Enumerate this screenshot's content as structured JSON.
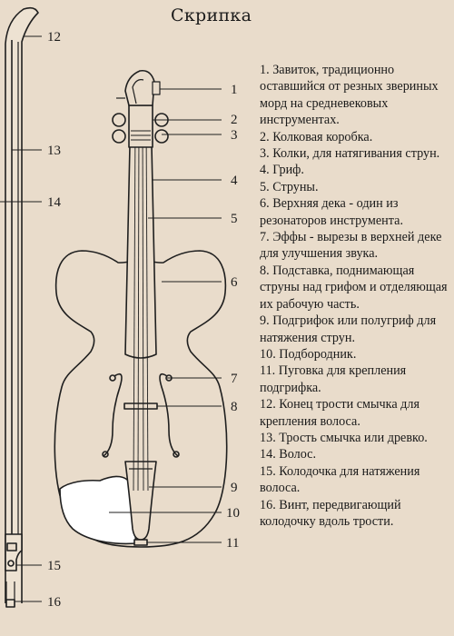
{
  "title": "Скрипка",
  "callout_numbers": [
    "1",
    "2",
    "3",
    "4",
    "5",
    "6",
    "7",
    "8",
    "9",
    "10",
    "11",
    "12",
    "13",
    "14",
    "15",
    "16"
  ],
  "legend": [
    "1. Завиток, традиционно оставшийся от резных звериных морд на средневековых инструментах.",
    "2. Колковая коробка.",
    "3. Колки, для натягивания струн.",
    "4. Гриф.",
    "5. Струны.",
    "6. Верхняя дека - один из резонаторов инструмента.",
    "7. Эффы - вырезы в верхней деке для улучшения звука.",
    "8. Подставка, поднимающая струны над грифом и отделяющая их рабочую часть.",
    "9. Подгрифок или полугриф для натяжения струн.",
    "10. Подбородник.",
    "11. Пуговка для крепления подгрифка.",
    "12. Конец трости смычка для крепления волоса.",
    "13. Трость смычка или древко.",
    "14. Волос.",
    "15. Колодочка для натяжения волоса.",
    "16. Винт, передвигающий колодочку вдоль трости."
  ]
}
